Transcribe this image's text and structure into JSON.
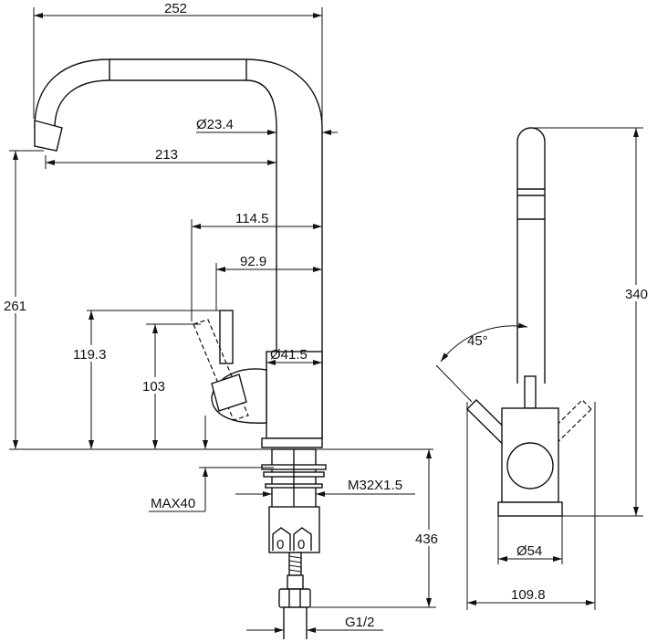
{
  "title": "Kitchen faucet technical drawing",
  "dimensions": {
    "overall_reach": "252",
    "spout_diameter": "Ø23.4",
    "spout_reach": "213",
    "handle_offset_a": "114.5",
    "handle_offset_b": "92.9",
    "total_height": "261",
    "body_diameter": "Ø41.5",
    "handle_height_a": "119.3",
    "handle_height_b": "103",
    "max_deck_thickness": "MAX40",
    "shank_thread": "M32X1.5",
    "hose_length": "436",
    "hose_connection": "G1/2",
    "side_height": "340",
    "handle_angle": "45°",
    "base_diameter": "Ø54",
    "side_width": "109.8"
  },
  "nut_marks": [
    "0",
    "0"
  ]
}
